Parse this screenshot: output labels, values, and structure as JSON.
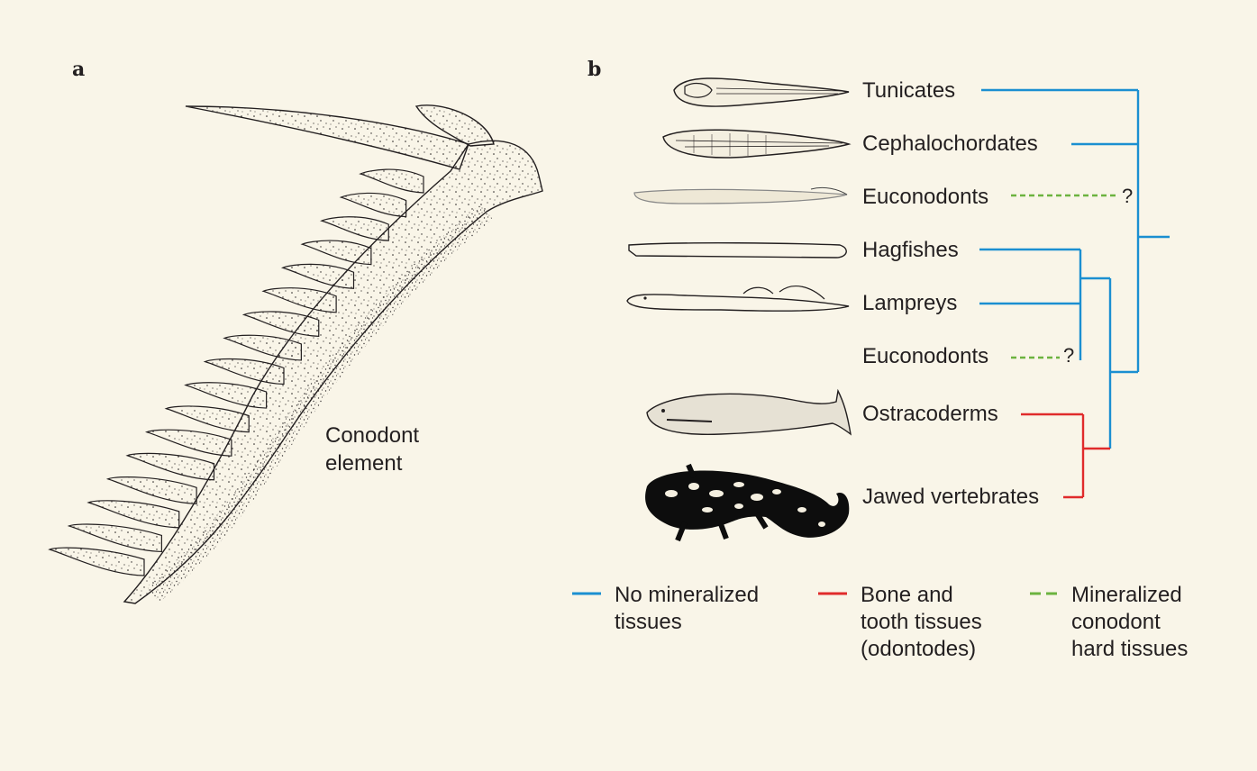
{
  "panels": {
    "a": {
      "letter": "a",
      "caption_line1": "Conodont",
      "caption_line2": "element"
    },
    "b": {
      "letter": "b"
    }
  },
  "taxa": [
    {
      "id": "tunicates",
      "label": "Tunicates"
    },
    {
      "id": "cephalochordates",
      "label": "Cephalochordates"
    },
    {
      "id": "euconodonts-1",
      "label": "Euconodonts",
      "uncertain_mark": "?"
    },
    {
      "id": "hagfishes",
      "label": "Hagfishes"
    },
    {
      "id": "lampreys",
      "label": "Lampreys"
    },
    {
      "id": "euconodonts-2",
      "label": "Euconodonts",
      "uncertain_mark": "?"
    },
    {
      "id": "ostracoderms",
      "label": "Ostracoderms"
    },
    {
      "id": "jawed-vertebrates",
      "label": "Jawed vertebrates"
    }
  ],
  "legend": [
    {
      "id": "no-mineralized",
      "lines": [
        "No mineralized",
        "tissues"
      ],
      "color": "#1b8fd1",
      "style": "solid"
    },
    {
      "id": "bone-tooth",
      "lines": [
        "Bone and",
        "tooth tissues",
        "(odontodes)"
      ],
      "color": "#e02b2b",
      "style": "solid"
    },
    {
      "id": "mineralized-conodont",
      "lines": [
        "Mineralized",
        "conodont",
        "hard tissues"
      ],
      "color": "#6cb33f",
      "style": "dashed"
    }
  ],
  "colors": {
    "background": "#f9f5e8",
    "blue": "#1b8fd1",
    "red": "#e02b2b",
    "green": "#6cb33f",
    "ink": "#231f20"
  }
}
